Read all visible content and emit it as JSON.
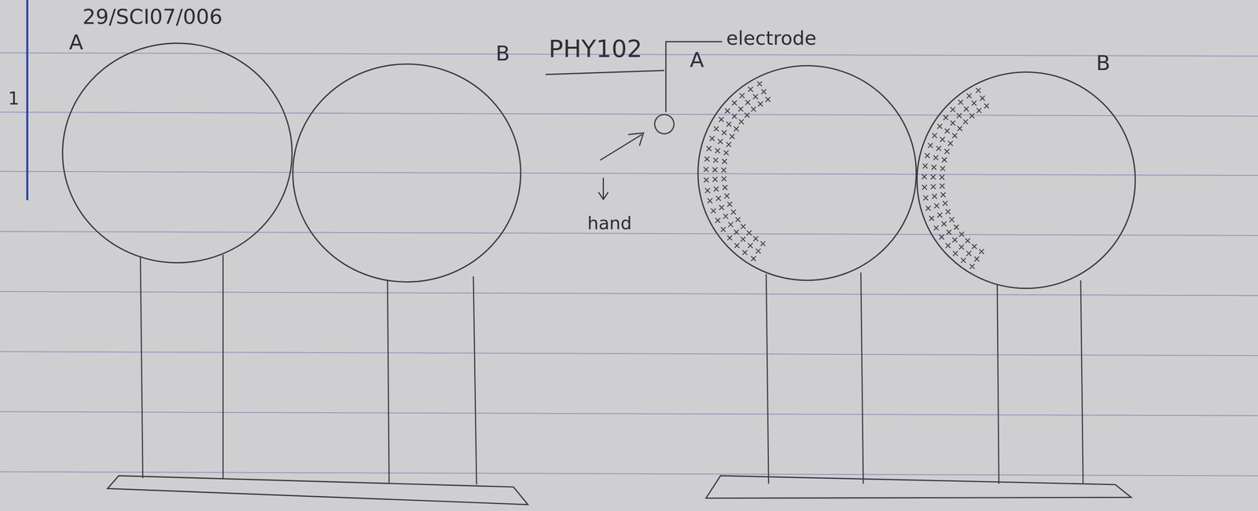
{
  "diagram": {
    "labels": [
      "29/SCI07/006",
      "1",
      "A",
      "B",
      "PHY102",
      "electrode",
      "A",
      "B",
      "hand"
    ]
  }
}
